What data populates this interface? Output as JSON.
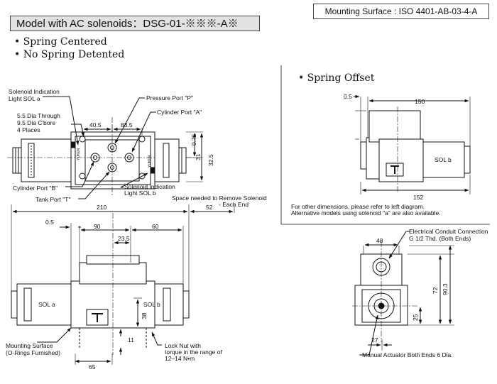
{
  "title": "Model with AC solenoids：DSG-01-※※※-A※",
  "mounting_surface_header": "Mounting Surface : ISO 4401-AB-03-4-A",
  "variants": [
    "• Spring Centered",
    "• No Spring Detented"
  ],
  "spring_offset_heading": "• Spring Offset",
  "top_view": {
    "solenoid_light_a": [
      "Solenoid Indication",
      "Light SOL a"
    ],
    "pressure_port": "Pressure Port \"P\"",
    "cylinder_port_a": "Cylinder Port \"A\"",
    "dia_through": [
      "5.5 Dia Through",
      "9.5 Dia C'bore",
      "4 Places"
    ],
    "cylinder_port_b": "Cylinder Port \"B\"",
    "tank_port": "Tank Port \"T\"",
    "solenoid_light_b": [
      "Solenoid Indication",
      "Light SOL b"
    ],
    "dim_40_5": "40.5",
    "dim_83_5": "83.5",
    "dim_0_75": "0.75",
    "dim_31": "31",
    "dim_32_5": "32.5",
    "brand_a": "YUKEN",
    "brand_b": "YUKEN"
  },
  "side_view": {
    "space_needed": [
      "Space needed to Remove Solenoid",
      "- Each End"
    ],
    "dim_210": "210",
    "dim_52": "52",
    "dim_0_5": "0.5",
    "dim_90": "90",
    "dim_60": "60",
    "dim_23_5": "23.5",
    "dim_38": "38",
    "dim_11": "11",
    "dim_65": "65",
    "sol_a": "SOL a",
    "sol_b": "SOL b",
    "mounting_surface_note": [
      "Mounting Surface",
      "(O-Rings Furnished)"
    ],
    "lock_nut_note": [
      "Lock Nut with",
      "torque in the range of",
      "12–14 N•m"
    ]
  },
  "spring_offset_view": {
    "dim_0_5": "0.5",
    "dim_150": "150",
    "dim_152": "152",
    "sol_b": "SOL b",
    "notes": [
      "For other dimensions, please refer to left diagram.",
      "Alternative models using solenoid \"a\" are also available."
    ]
  },
  "end_view": {
    "conduit_note": [
      "Electrical Conduit Connection",
      "G 1/2 Thd. (Both Ends)"
    ],
    "dim_48": "48",
    "dim_72": "72",
    "dim_90_3": "90.3",
    "dim_25": "25",
    "dim_27": "27",
    "manual_actuator": "Manual Actuator Both Ends 6 Dia."
  }
}
